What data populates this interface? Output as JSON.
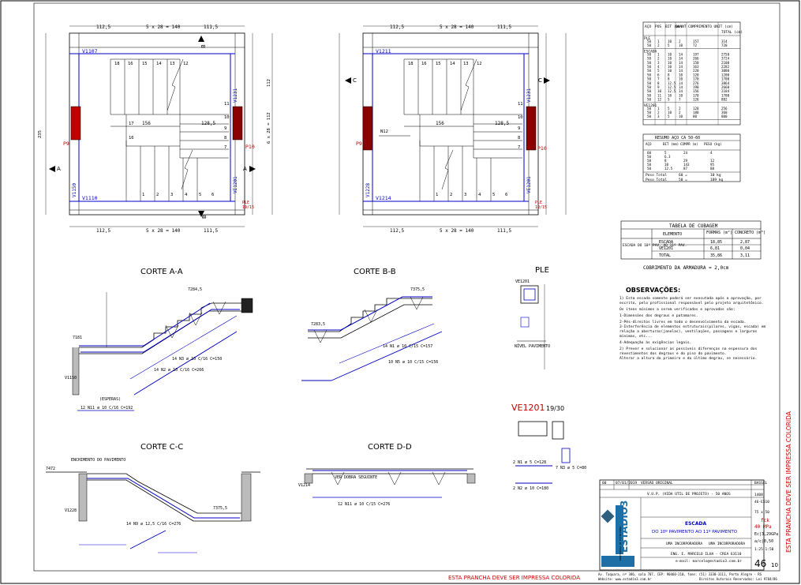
{
  "plan_left": {
    "top_dims": [
      "112,5",
      "5 x 28 = 140",
      "111,5"
    ],
    "bottom_dims": [
      "112,5",
      "5 x 28 = 140",
      "111,5"
    ],
    "beams": [
      "V1107",
      "V1110",
      "V1150",
      "V1231",
      "VE1201"
    ],
    "pillars": [
      "P9",
      "P10"
    ],
    "landing_dim": "156",
    "landing_dim2": "128,5",
    "section_marks": [
      "A",
      "A",
      "B",
      "B"
    ],
    "step_numbers_top": [
      "18",
      "16",
      "15",
      "14",
      "13",
      "12"
    ],
    "step_numbers_bottom": [
      "1",
      "2",
      "3",
      "4",
      "5",
      "6"
    ],
    "step_numbers_right": [
      "11",
      "10",
      "9",
      "8",
      "7"
    ],
    "side_dims": [
      "235",
      "112",
      "6 x 28 = 112"
    ],
    "left_mid_marks": [
      "17",
      "16",
      "18"
    ],
    "ple_label": "PLE",
    "ple_sub": "19/15"
  },
  "plan_right": {
    "top_dims": [
      "112,5",
      "5 x 28 = 140",
      "111,5"
    ],
    "bottom_dims": [
      "112,5",
      "5 x 28 = 140",
      "111,5"
    ],
    "beams": [
      "V1211",
      "V1214",
      "V1228",
      "V1231",
      "VE1201"
    ],
    "pillars": [
      "P9",
      "P10"
    ],
    "landing_dim": "156",
    "landing_dim2": "128,5",
    "section_marks": [
      "C",
      "C"
    ],
    "step_numbers_top": [
      "18",
      "16",
      "15",
      "14",
      "13",
      "12"
    ],
    "step_numbers_bottom": [
      "1",
      "2",
      "3",
      "4",
      "5",
      "6"
    ],
    "step_numbers_right": [
      "11",
      "10",
      "9",
      "8",
      "7"
    ],
    "n_label": "N12",
    "ple_label": "PLE",
    "ple_sub": "19/15"
  },
  "steel_table": {
    "headers": [
      "AÇO",
      "POS",
      "BIT (mm)",
      "QUANT",
      "COMPRIMENTO UNIT (cm)",
      "TOTAL (cm)"
    ],
    "groups": [
      {
        "name": "PLE",
        "rows": [
          [
            "50",
            "1",
            "10",
            "2",
            "157",
            "314"
          ],
          [
            "50",
            "2",
            "5",
            "10",
            "72",
            "720"
          ]
        ]
      },
      {
        "name": "ESCADA",
        "rows": [
          [
            "50",
            "1",
            "10",
            "14",
            "197",
            "2758"
          ],
          [
            "50",
            "2",
            "10",
            "14",
            "266",
            "3724"
          ],
          [
            "50",
            "3",
            "10",
            "14",
            "150",
            "2100"
          ],
          [
            "50",
            "4",
            "10",
            "14",
            "163",
            "2282"
          ],
          [
            "50",
            "5",
            "10",
            "14",
            "220",
            "3080"
          ],
          [
            "50",
            "6",
            "8",
            "10",
            "120",
            "1200"
          ],
          [
            "50",
            "7",
            "8",
            "10",
            "170",
            "1700"
          ],
          [
            "50",
            "8",
            "12.5",
            "14",
            "276",
            "3864"
          ],
          [
            "50",
            "9",
            "12.5",
            "14",
            "190",
            "2660"
          ],
          [
            "50",
            "10",
            "12.5",
            "14",
            "156",
            "2184"
          ],
          [
            "50",
            "11",
            "10",
            "10",
            "170",
            "1700"
          ],
          [
            "50",
            "12",
            "5",
            "7",
            "126",
            "882"
          ]
        ]
      },
      {
        "name": "VE1201",
        "rows": [
          [
            "50",
            "1",
            "5",
            "2",
            "128",
            "256"
          ],
          [
            "50",
            "2",
            "10",
            "2",
            "180",
            "360"
          ],
          [
            "50",
            "3",
            "5",
            "10",
            "80",
            "800"
          ]
        ]
      }
    ]
  },
  "summary_table": {
    "title": "RESUMO AÇO CA 50-60",
    "headers": [
      "AÇO",
      "BIT (mm)",
      "COMPR (m)",
      "PESO (kg)"
    ],
    "rows": [
      [
        "60",
        "5",
        "24",
        "4"
      ],
      [
        "50",
        "6.3",
        "",
        ""
      ],
      [
        "50",
        "8",
        "29",
        "12"
      ],
      [
        "50",
        "10",
        "143",
        "95"
      ],
      [
        "50",
        "12.5",
        "87",
        "88"
      ]
    ],
    "totals": [
      [
        "Peso Total",
        "60 =",
        "10 kg"
      ],
      [
        "Peso Total",
        "50 =",
        "189 kg"
      ]
    ]
  },
  "cubagem": {
    "title": "TABELA DE CUBAGEM",
    "headers": [
      "ELEMENTO",
      "FORMAS (m²)",
      "CONCRETO (m³)"
    ],
    "side_label": "ESCADA DO 10º PAV. AO 11º PAV.",
    "rows": [
      [
        "ESCADA",
        "18,85",
        "2,87"
      ],
      [
        "VE1201",
        "6,81",
        "0,04"
      ],
      [
        "TOTAL",
        "35,86",
        "3,11"
      ]
    ],
    "note": "COBRIMENTO DA ARMADURA = 2,0cm"
  },
  "sections": {
    "a": "CORTE A-A",
    "b": "CORTE B-B",
    "c": "CORTE C-C",
    "d": "CORTE D-D",
    "ple": "PLE",
    "ve": "VE1201",
    "ve_sub": "19/30"
  },
  "section_notes": {
    "a_level": "7284,5",
    "a_low": "7181",
    "a_beam": "V1150",
    "a_bar1": "14 N2 ø 10 C/16 C=266",
    "a_bar2": "14 N3 ø 10 C/16 C=150",
    "a_bottom": "12 N11 ø 10 C/16 C=192",
    "a_esp": "(ESPERAS)",
    "b_level": "7375,5",
    "b_level2": "7283,5",
    "b_bar": "10 N5 ø 10 C/15 C=156",
    "b_bar2": "14 N1 ø 10 C/15 C=157",
    "c_level": "7472",
    "c_level2": "7375,5",
    "c_beam": "V1228",
    "c_bar": "14 N9 ø 12,5 C/16 C=276",
    "c_fill": "ENCHIMENTO DO PAVIMENTO",
    "d_beam": "V1214",
    "d_bar": "12 N11 ø 10 C/15 C=276",
    "d_note": "VER DOBRA SEGUINTE",
    "ple_beam": "VE1201",
    "ple_note": "NÍVEL PAVIMENTO",
    "ve_bars": [
      "2 N1 ø 5 C=128",
      "2 N2 ø 10 C=180",
      "7 N3 ø 5 C=80"
    ]
  },
  "observations": {
    "title": "OBSERVAÇÕES:",
    "lines": [
      "1) Esta escada somente poderá ser executada após a aprovação, por",
      "   escrito, pelo profissional responsável pelo projeto arquitetônico.",
      "   Os itens mínimos a serem verificados e aprovados são:",
      "   1-Dimensões dos degraus e patamares.",
      "   2-Pés-direitos livres em todo o desenvolvimento da escada.",
      "   3-Interferência de elementos estruturais(pilares, vigas, escada) em",
      "     relação a aberturas(janelas), ventilações, passagens e larguras",
      "     mínimas, etc...",
      "   4-Adequação às exigências legais.",
      "2) Prever e solucionar as possíveis diferenças na espessura dos",
      "   revestimentos dos degraus e do piso do pavimento.",
      "   Alterar a altura do primeiro e do último degrau, se necessário."
    ]
  },
  "title_block": {
    "rev": "00",
    "date": "07/01/2019",
    "rev_desc": "VERSÃO ORIGINAL",
    "project": "V.U.P. (VIDA ÚTIL DE PROJETO) - 50 ANOS",
    "city": "BASSEL",
    "sheet_title": "ESCADA",
    "sheet_subtitle": "DO 10º PAVIMENTO AO 11º PAVIMENTO",
    "company": "ESTÁDIO3",
    "company_sub": "ENGENHARIA DE ESTRUTURAS",
    "engineer": "ENG. E. MARCELO ILHA - CREA 63110",
    "email": "e-mail: marcelo@estadio3.com.br",
    "code": "1408",
    "code2": "46-E510",
    "scale_label": "75 x 50",
    "fck_label": "fck",
    "fck": "40 MPa",
    "ec": "Ec|3,29GPa",
    "ac": "a/c|0,50",
    "scale": "1:25 1:50",
    "sheet_no": "46",
    "sheet_total": "10",
    "address": "Av. Taquara, nº 386, sala 707, CEP: 90460-210, fone: (51) 3330-3111, Porto Alegre - RS",
    "website": "Website: www.estadio3.com.br",
    "rights": "Direitos Autorais Reservados: Lei 9784/86",
    "owner1": "UMA INCORPORADORA",
    "owner2": "UMA INCORPORADORA"
  },
  "footer": {
    "print_note": "ESTA PRANCHA DEVE SER IMPRESSA COLORIDA",
    "side_note": "ESTA PRANCHA DEVE SER IMPRESSA COLORIDA"
  },
  "colors": {
    "pillar": "#8b0000",
    "line_blue": "#0000c8",
    "red_text": "#d00000"
  }
}
